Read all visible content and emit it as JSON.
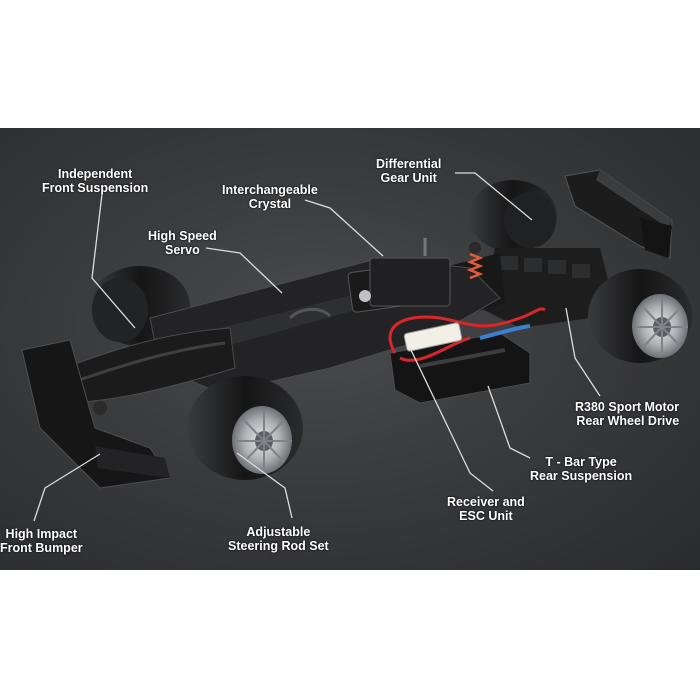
{
  "colors": {
    "panel": "#3a3b3d",
    "leader_line": "#dcdcdc",
    "label_text": "#ffffff",
    "wire_red": "#d8262b",
    "wire_blue": "#3a7fd1",
    "tire": "#1a1a1b",
    "rim": "#b9bcc0"
  },
  "labels": {
    "front_suspension": [
      "Independent",
      "Front Suspension"
    ],
    "crystal": [
      "Interchangeable",
      "Crystal"
    ],
    "differential": [
      "Differential",
      "Gear Unit"
    ],
    "servo": [
      "High Speed",
      "Servo"
    ],
    "motor": [
      "R380 Sport Motor",
      "Rear Wheel Drive"
    ],
    "rear_suspension": [
      "T - Bar Type",
      "Rear Suspension"
    ],
    "receiver": [
      "Receiver and",
      "ESC Unit"
    ],
    "steering": [
      "Adjustable",
      "Steering Rod Set"
    ],
    "bumper": [
      "High Impact",
      "Front Bumper"
    ]
  }
}
